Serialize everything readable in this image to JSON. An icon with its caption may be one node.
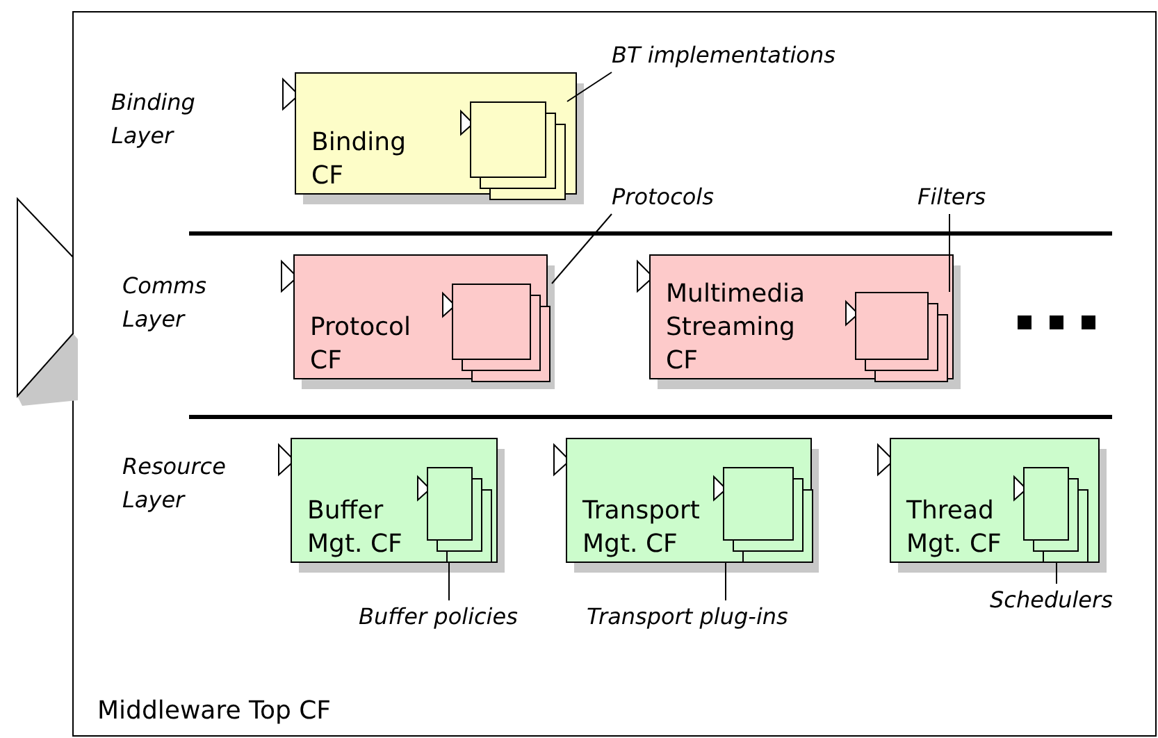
{
  "diagram": {
    "nodes": [
      {
        "text": [
          "Middleware Top CF"
        ]
      },
      {
        "text": [
          "Binding CF"
        ],
        "in": 0
      },
      {
        "text": [],
        "shape": "box",
        "in": 1
      },
      {
        "text": [
          "BT implementations"
        ],
        "in": 0
      },
      {
        "text": [
          "Protocol CF"
        ],
        "in": 0
      },
      {
        "text": [],
        "shape": "box",
        "in": 4
      },
      {
        "text": [
          "Protocols"
        ],
        "in": 0
      },
      {
        "text": [
          "Multimedia Streaming CF"
        ],
        "in": 0
      },
      {
        "text": [],
        "shape": "box",
        "in": 7
      },
      {
        "text": [
          "Filters"
        ],
        "in": 0
      },
      {
        "text": [
          "Buffer Mgt. CF"
        ],
        "in": 0
      },
      {
        "text": [],
        "shape": "box",
        "in": 10
      },
      {
        "text": [
          "Buffer policies"
        ],
        "in": 0
      },
      {
        "text": [
          "Transport Mgt. CF"
        ],
        "in": 0
      },
      {
        "text": [],
        "shape": "box",
        "in": 13
      },
      {
        "text": [
          "Transport plug-ins"
        ],
        "in": 0
      },
      {
        "text": [
          "Thread Mgt. CF"
        ],
        "in": 0
      },
      {
        "text": [],
        "shape": "box",
        "in": 16
      },
      {
        "text": [
          "Schedulers"
        ],
        "in": 0
      }
    ],
    "edges": [
      {
        "from": 3,
        "to": 2,
        "arrow": "none"
      },
      {
        "from": 6,
        "to": 5,
        "arrow": "none"
      },
      {
        "from": 9,
        "to": 8,
        "arrow": "none"
      },
      {
        "from": 12,
        "to": 11,
        "arrow": "none"
      },
      {
        "from": 15,
        "to": 14,
        "arrow": "none"
      },
      {
        "from": 18,
        "to": 17,
        "arrow": "none"
      }
    ],
    "labels": [
      "Binding Layer",
      "Comms Layer",
      "Resource Layer"
    ]
  }
}
